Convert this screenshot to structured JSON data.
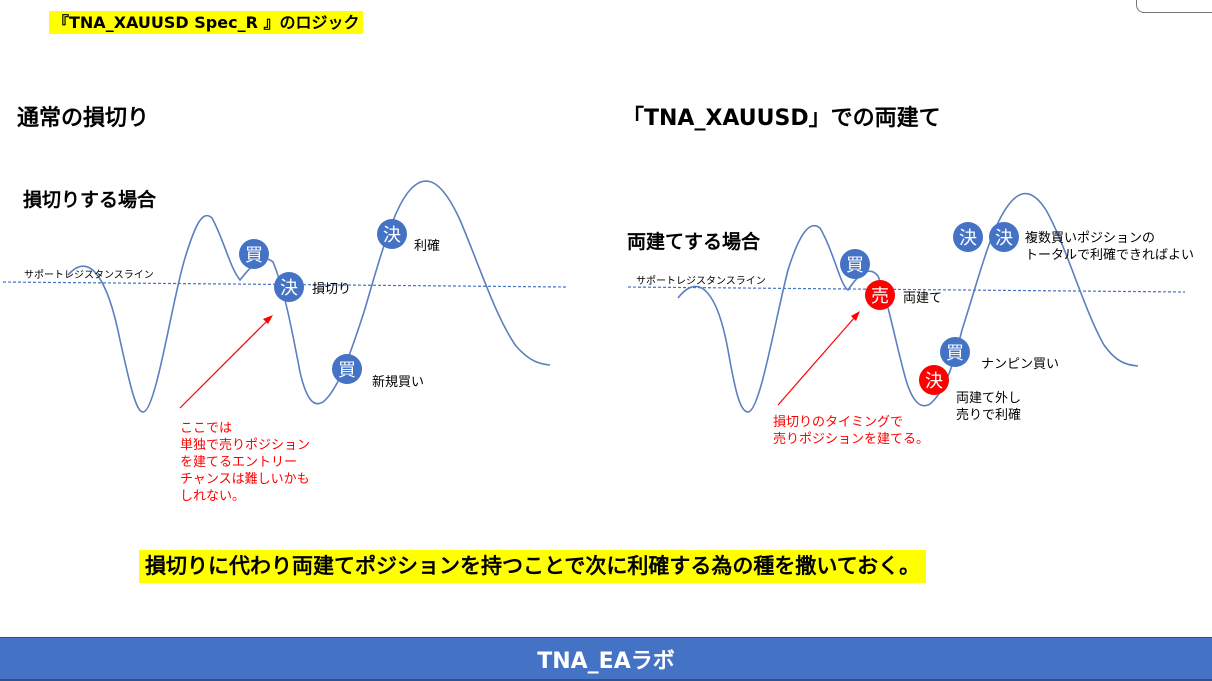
{
  "title_tag": "『TNA_XAUUSD Spec_R 』のロジック",
  "left_panel": {
    "heading": "通常の損切り",
    "subheading": "損切りする場合",
    "support_line_label": "サポートレジスタンスライン",
    "markers": [
      {
        "char": "買",
        "label": ""
      },
      {
        "char": "決",
        "label": "損切り"
      },
      {
        "char": "買",
        "label": "新規買い"
      },
      {
        "char": "決",
        "label": "利確"
      }
    ],
    "note": "ここでは\n単独で売りポジション\nを建てるエントリー\nチャンスは難しいかも\nしれない。"
  },
  "right_panel": {
    "heading": "「TNA_XAUUSD」での両建て",
    "subheading": "両建てする場合",
    "support_line_label": "サポートレジスタンスライン",
    "markers": [
      {
        "char": "買",
        "label": ""
      },
      {
        "char": "売",
        "label": "両建て"
      },
      {
        "char": "買",
        "label": "ナンピン買い"
      },
      {
        "char": "決",
        "label": "両建て外し\n売りで利確"
      },
      {
        "char": "決",
        "label": ""
      },
      {
        "char": "決",
        "label": "複数買いポジションの\nトータルで利確できればよい"
      }
    ],
    "note": "損切りのタイミングで\n売りポジションを建てる。"
  },
  "bottom_banner": "損切りに代わり両建てポジションを持つことで次に利確する為の種を撒いておく。",
  "footer": "TNA_EAラボ",
  "colors": {
    "highlight": "#ffff00",
    "marker_blue": "#4472c4",
    "marker_red": "#ff0000",
    "support_line": "#4472c4",
    "curve": "#5b7fbf",
    "footer_bg": "#4472c4"
  }
}
